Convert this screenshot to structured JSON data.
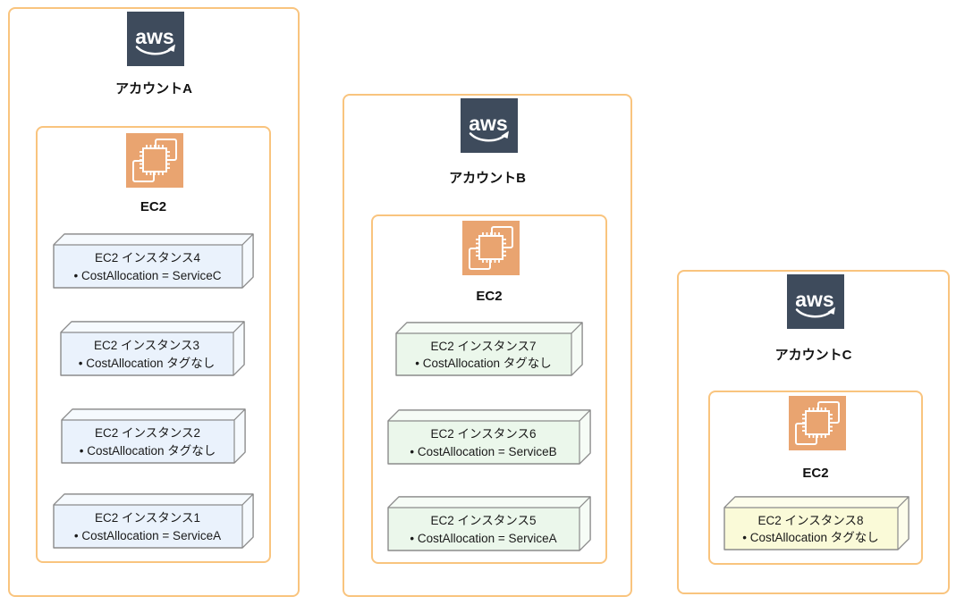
{
  "diagram": {
    "background": "#ffffff",
    "group_border_color": "#F9C47E",
    "aws_icon_bg": "#3E4B5C",
    "aws_logo_text": "aws",
    "ec2_icon_bg": "#E9A470",
    "cube_stroke": "#8B8B8B",
    "text_color": "#1a1a1a"
  },
  "accounts": [
    {
      "name": "アカウントA",
      "ec2_label": "EC2",
      "cube_colors": {
        "front": "#EAF2FC",
        "light": "#F6FAFE"
      },
      "instances": [
        {
          "label": "EC2 インスタンス4",
          "tag": "• CostAllocation = ServiceC"
        },
        {
          "label": "EC2 インスタンス3",
          "tag": "• CostAllocation タグなし"
        },
        {
          "label": "EC2 インスタンス2",
          "tag": "• CostAllocation タグなし"
        },
        {
          "label": "EC2 インスタンス1",
          "tag": "• CostAllocation = ServiceA"
        }
      ]
    },
    {
      "name": "アカウントB",
      "ec2_label": "EC2",
      "cube_colors": {
        "front": "#EBF7EB",
        "light": "#F6FCF6"
      },
      "instances": [
        {
          "label": "EC2 インスタンス7",
          "tag": "• CostAllocation タグなし"
        },
        {
          "label": "EC2 インスタンス6",
          "tag": "• CostAllocation = ServiceB"
        },
        {
          "label": "EC2 インスタンス5",
          "tag": "• CostAllocation = ServiceA"
        }
      ]
    },
    {
      "name": "アカウントC",
      "ec2_label": "EC2",
      "cube_colors": {
        "front": "#FAFAD8",
        "light": "#FDFDEB"
      },
      "instances": [
        {
          "label": "EC2 インスタンス8",
          "tag": "• CostAllocation タグなし"
        }
      ]
    }
  ]
}
